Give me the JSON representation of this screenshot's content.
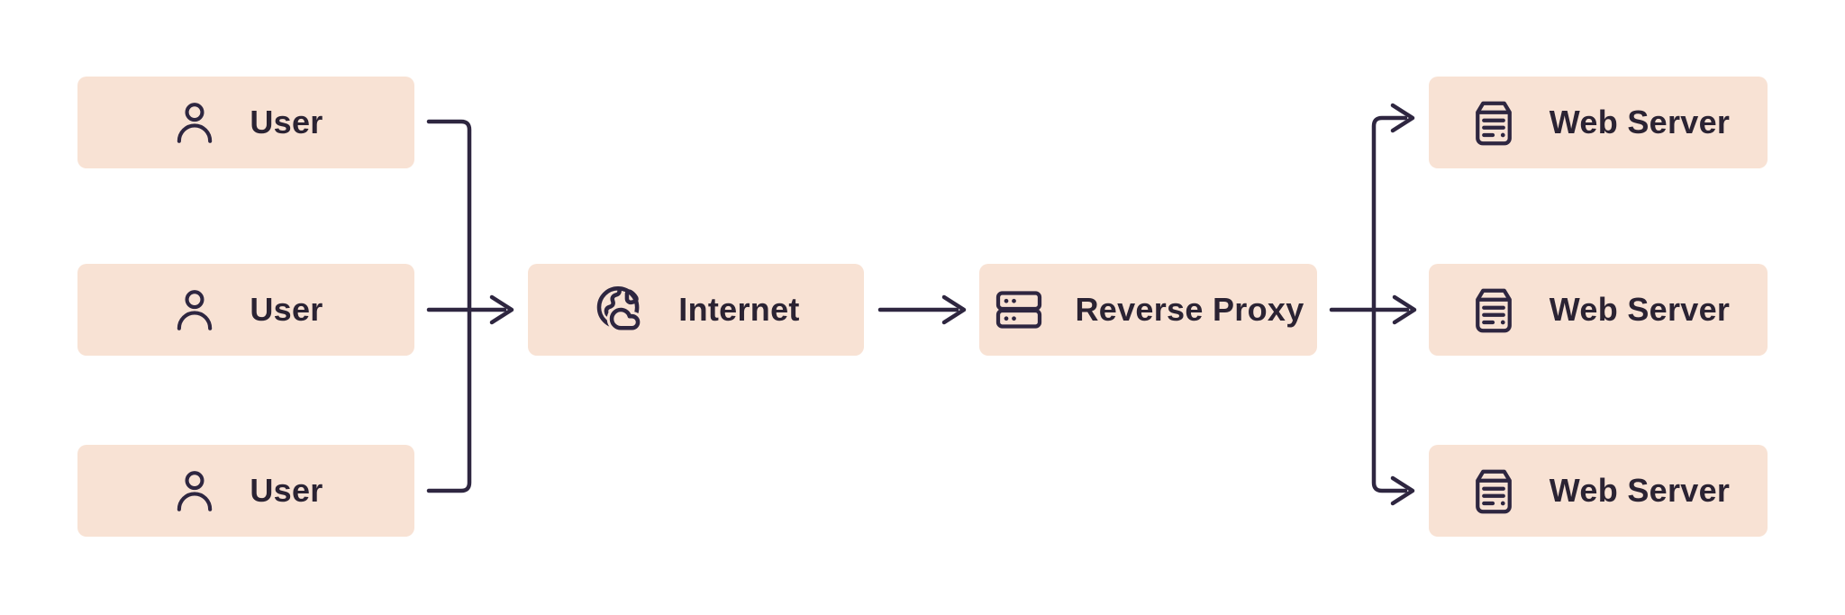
{
  "meta": {
    "background_color": "#ffffff",
    "node_fill_color": "#f8e2d4",
    "line_color": "#2e2640",
    "text_color": "#2b2333"
  },
  "nodes": {
    "users": [
      {
        "label": "User",
        "icon": "person-icon"
      },
      {
        "label": "User",
        "icon": "person-icon"
      },
      {
        "label": "User",
        "icon": "person-icon"
      }
    ],
    "internet": {
      "label": "Internet",
      "icon": "globe-cloud-icon"
    },
    "reverse_proxy": {
      "label": "Reverse Proxy",
      "icon": "server-rack-icon"
    },
    "web_servers": [
      {
        "label": "Web Server",
        "icon": "server-tower-icon"
      },
      {
        "label": "Web Server",
        "icon": "server-tower-icon"
      },
      {
        "label": "Web Server",
        "icon": "server-tower-icon"
      }
    ]
  },
  "edges": [
    {
      "from": "user-1",
      "to": "internet"
    },
    {
      "from": "user-2",
      "to": "internet"
    },
    {
      "from": "user-3",
      "to": "internet"
    },
    {
      "from": "internet",
      "to": "reverse-proxy"
    },
    {
      "from": "reverse-proxy",
      "to": "web-server-1"
    },
    {
      "from": "reverse-proxy",
      "to": "web-server-2"
    },
    {
      "from": "reverse-proxy",
      "to": "web-server-3"
    }
  ]
}
